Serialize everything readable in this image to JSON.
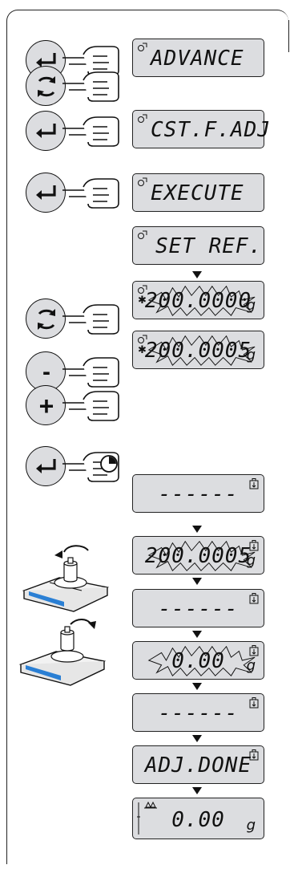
{
  "displays": {
    "advance": "ADVANCE",
    "cst_f_adj": "CST.F.ADJ",
    "execute": "EXECUTE",
    "set_ref": "SET REF.",
    "value1": "200.0000",
    "value1_unit": "g",
    "value2": "200.0005",
    "value2_unit": "g",
    "dashes1": "------",
    "value3": "200.0005",
    "value3_unit": "g",
    "dashes2": "------",
    "value4": "0.00",
    "value4_unit": "g",
    "dashes3": "------",
    "adj_done": "ADJ.DONE",
    "final": "0.00",
    "final_unit": "g"
  },
  "keys": {
    "minus": "-",
    "plus": "+"
  },
  "colors": {
    "lcd_bg": "#dcdde0",
    "outline": "#111111",
    "scale_display": "#2a7fd4"
  },
  "icons": [
    "enter-key-icon",
    "toggle-key-icon",
    "minus-key-icon",
    "plus-key-icon",
    "pointing-hand-icon",
    "hold-timer-icon",
    "balance-scale-icon",
    "weight-icon",
    "adjustment-symbol-icon"
  ]
}
